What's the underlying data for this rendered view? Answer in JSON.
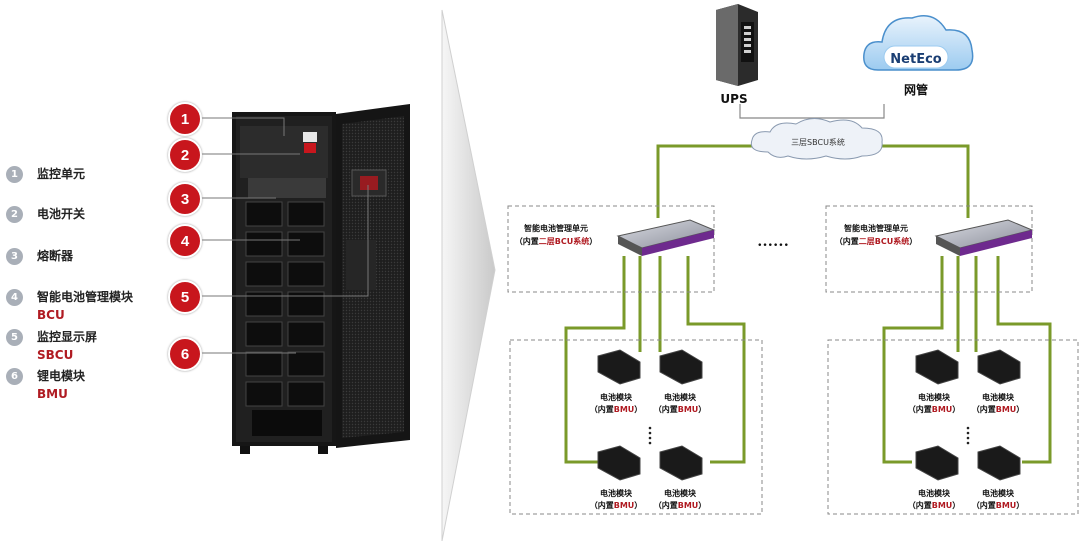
{
  "legend": [
    {
      "num": "1",
      "label": "监控单元",
      "sub": ""
    },
    {
      "num": "2",
      "label": "电池开关",
      "sub": ""
    },
    {
      "num": "3",
      "label": "熔断器",
      "sub": ""
    },
    {
      "num": "4",
      "label": "智能电池管理模块",
      "sub": "BCU"
    },
    {
      "num": "5",
      "label": "监控显示屏",
      "sub": "SBCU"
    },
    {
      "num": "6",
      "label": "锂电模块",
      "sub": "BMU"
    }
  ],
  "callouts": [
    "1",
    "2",
    "3",
    "4",
    "5",
    "6"
  ],
  "topology": {
    "ups_label": "UPS",
    "cloud_label": "NetEco",
    "netmgmt_label": "网管",
    "sbcu_label": "三层SBCU系统",
    "bcu_label_1": "智能电池管理单元",
    "bcu_label_2a": "（内置",
    "bcu_label_2b": "二层BCU系统",
    "bcu_label_2c": "）",
    "ellipsis": "••••••",
    "battery_label": "电池模块",
    "battery_sub_a": "（内置",
    "battery_sub_b": "BMU",
    "battery_sub_c": "）"
  },
  "colors": {
    "accent_red": "#c8161d",
    "line_green": "#7a9a2a",
    "legend_gray": "#a9afb8"
  }
}
